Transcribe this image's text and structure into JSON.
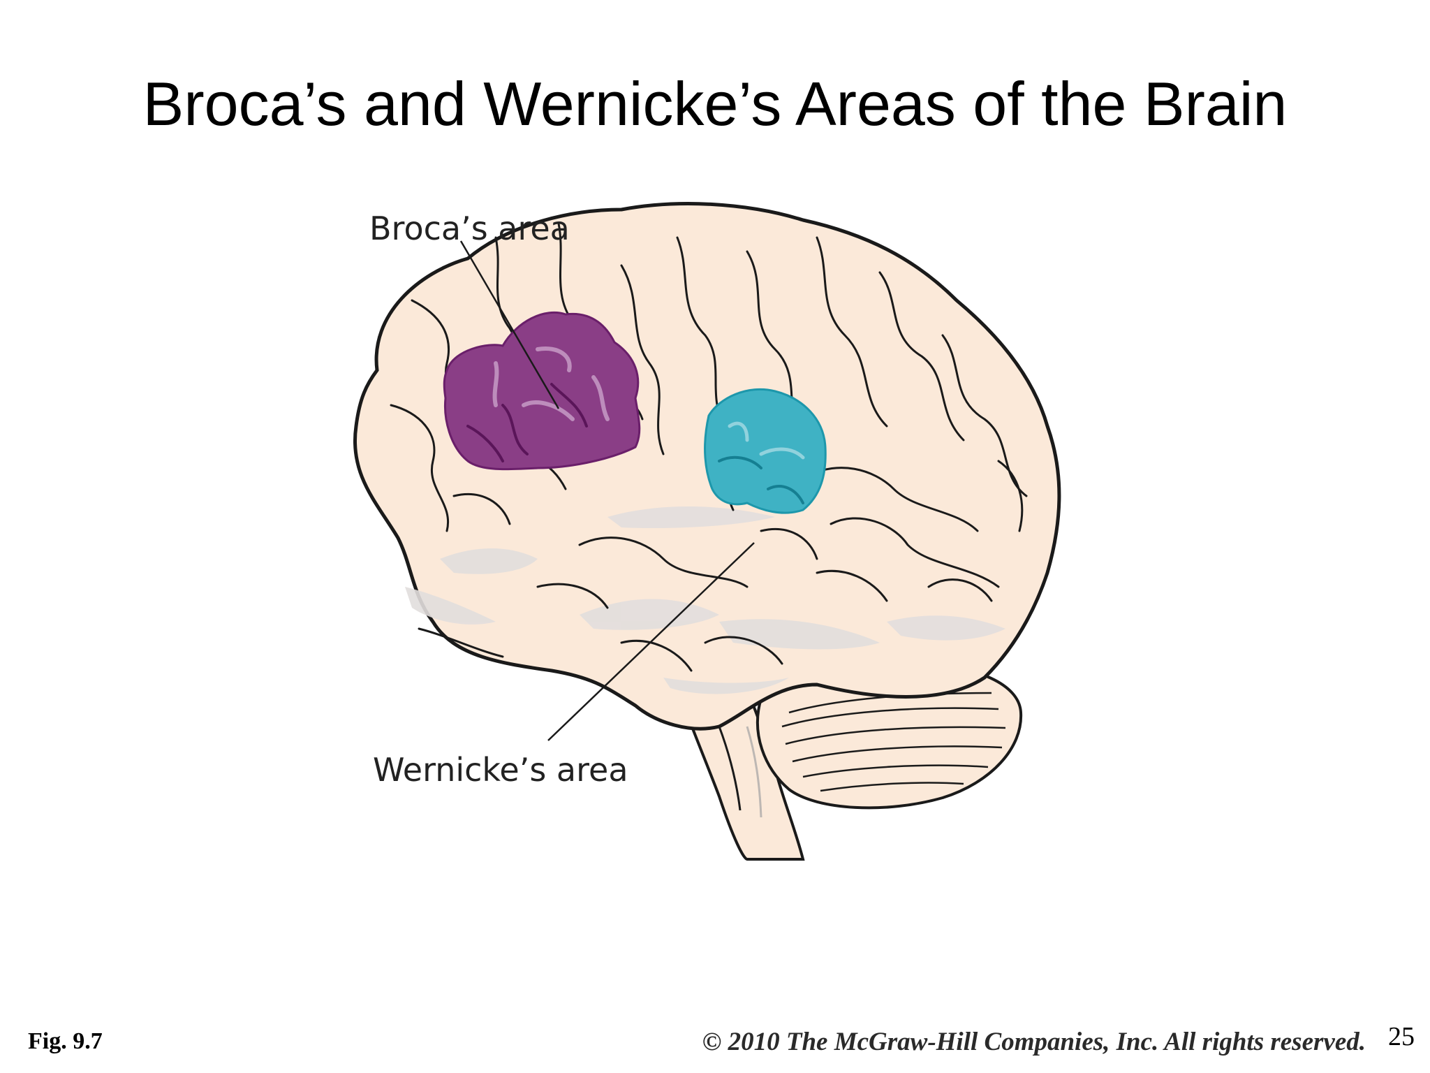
{
  "slide": {
    "title": "Broca’s and Wernicke’s Areas of the Brain",
    "figure_number": "Fig. 9.7",
    "copyright": "© 2010 The McGraw-Hill Companies, Inc. All rights reserved.",
    "page_number": "25"
  },
  "diagram": {
    "labels": {
      "broca": "Broca’s area",
      "wernicke": "Wernicke’s area"
    },
    "colors": {
      "brain": "#fbe9d9",
      "brain_outline": "#1a1a1a",
      "sulcus_shadow": "#e2dedd",
      "broca": "#8a3e86",
      "broca_dark": "#6a1f6a",
      "wernicke": "#3fb2c4",
      "wernicke_dark": "#1d97ab"
    }
  }
}
